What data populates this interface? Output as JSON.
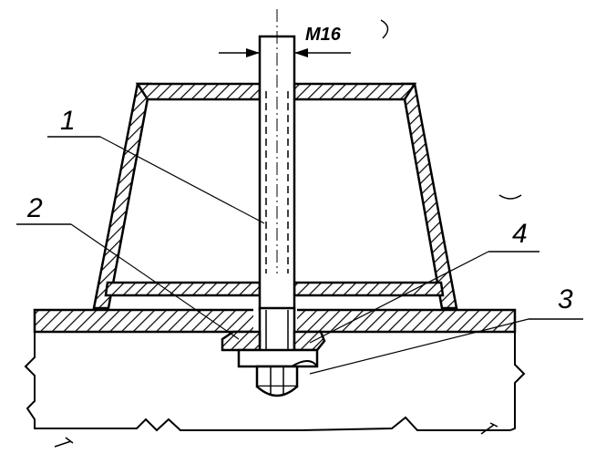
{
  "diagram": {
    "thread_label": "M16",
    "callouts": {
      "c1": "1",
      "c2": "2",
      "c3": "3",
      "c4": "4"
    }
  }
}
